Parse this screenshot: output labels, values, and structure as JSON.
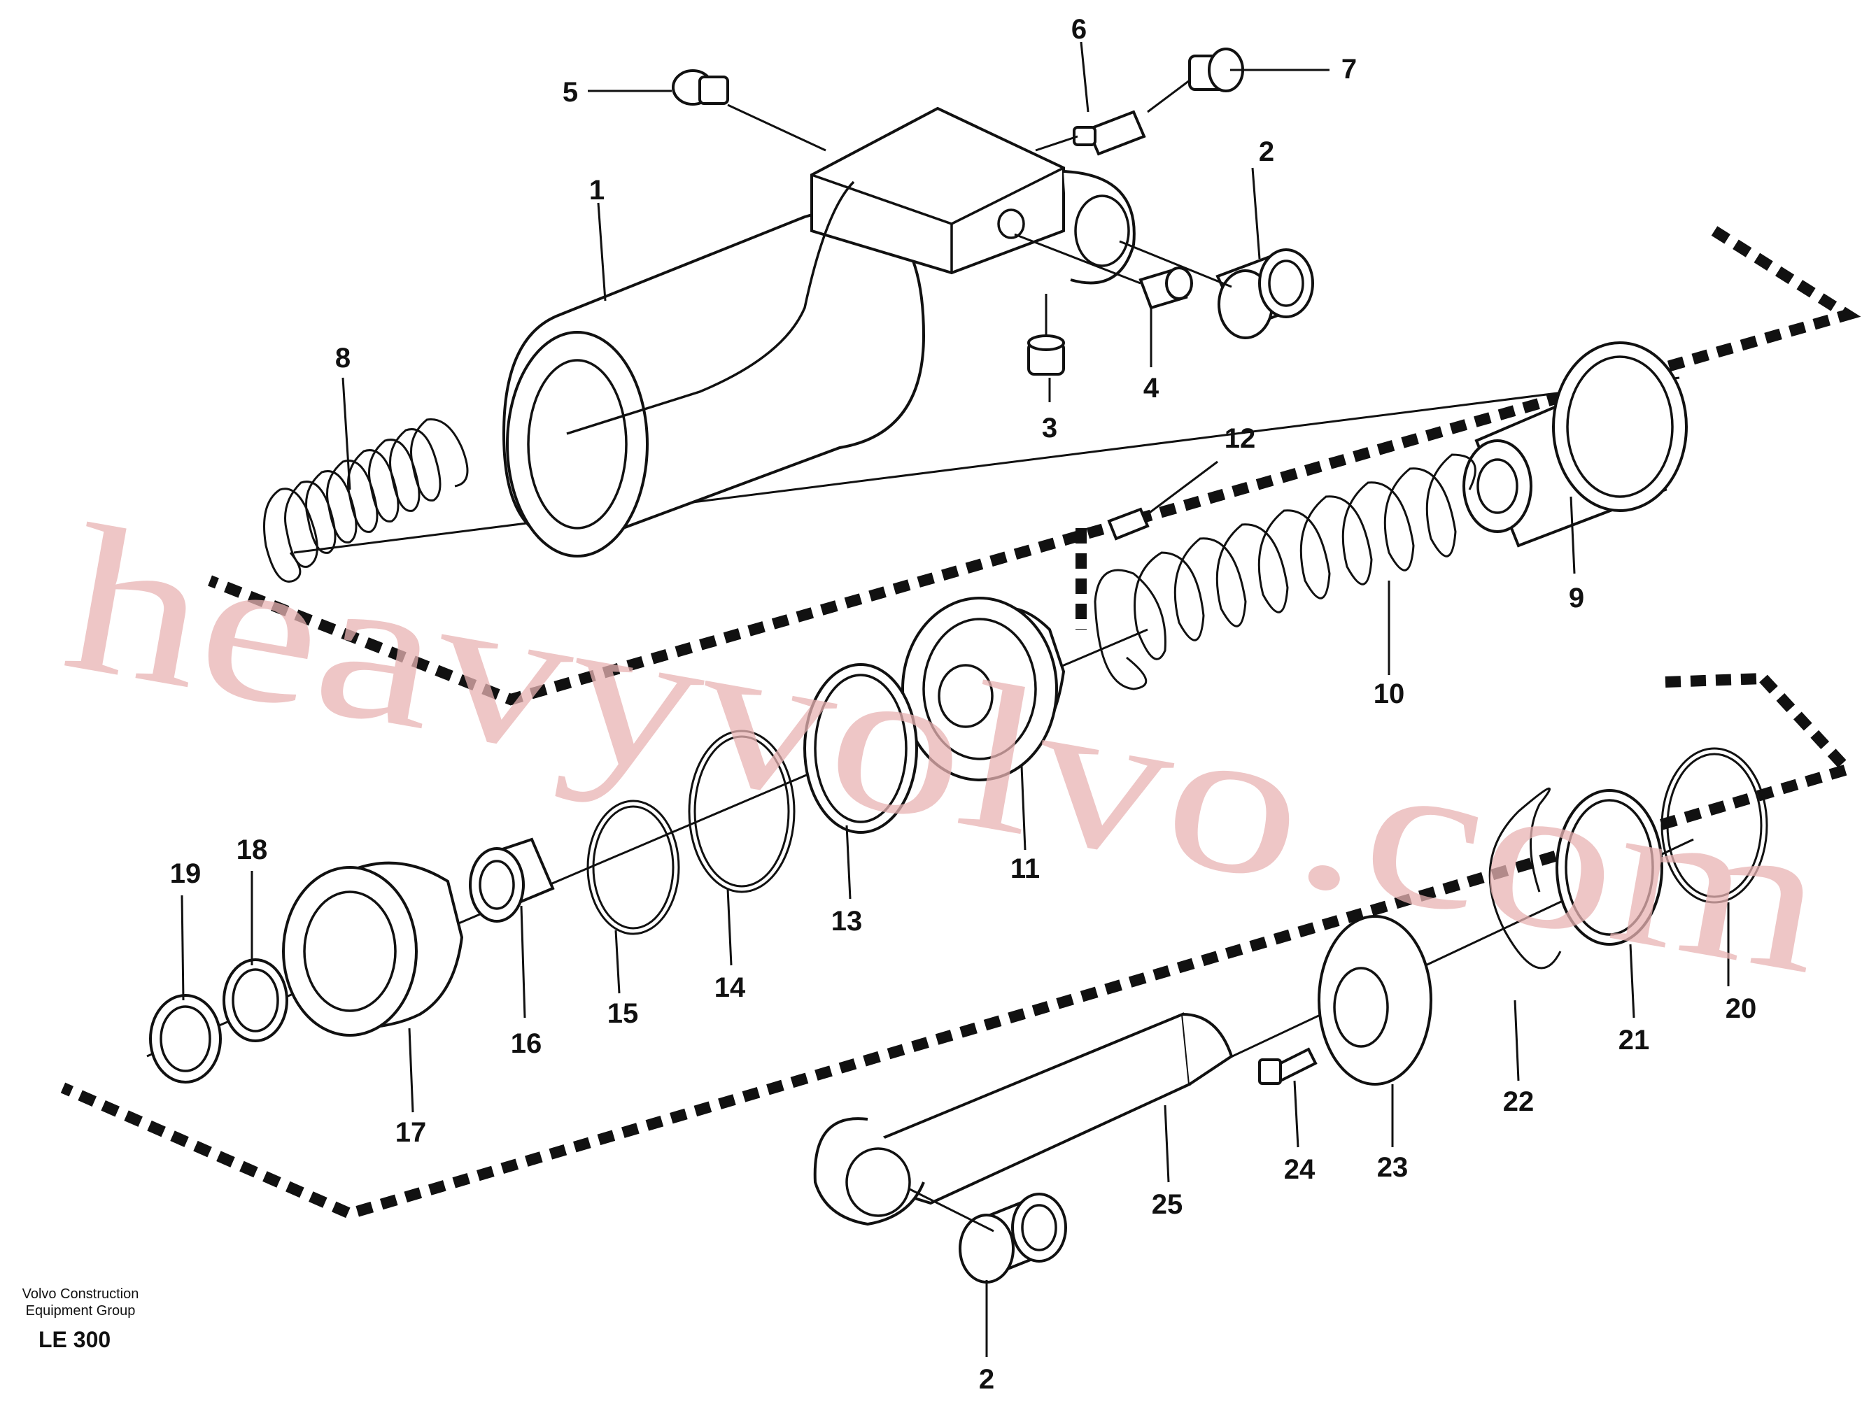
{
  "diagram": {
    "callouts": [
      "1",
      "2",
      "3",
      "4",
      "5",
      "6",
      "7",
      "8",
      "9",
      "10",
      "11",
      "12",
      "13",
      "14",
      "15",
      "16",
      "17",
      "18",
      "19",
      "20",
      "21",
      "22",
      "23",
      "24",
      "25",
      "2"
    ],
    "watermark": "heavyvolvo.com"
  },
  "footer": {
    "company_line1": "Volvo Construction",
    "company_line2": "Equipment Group",
    "drawing_code": "LE 300"
  }
}
